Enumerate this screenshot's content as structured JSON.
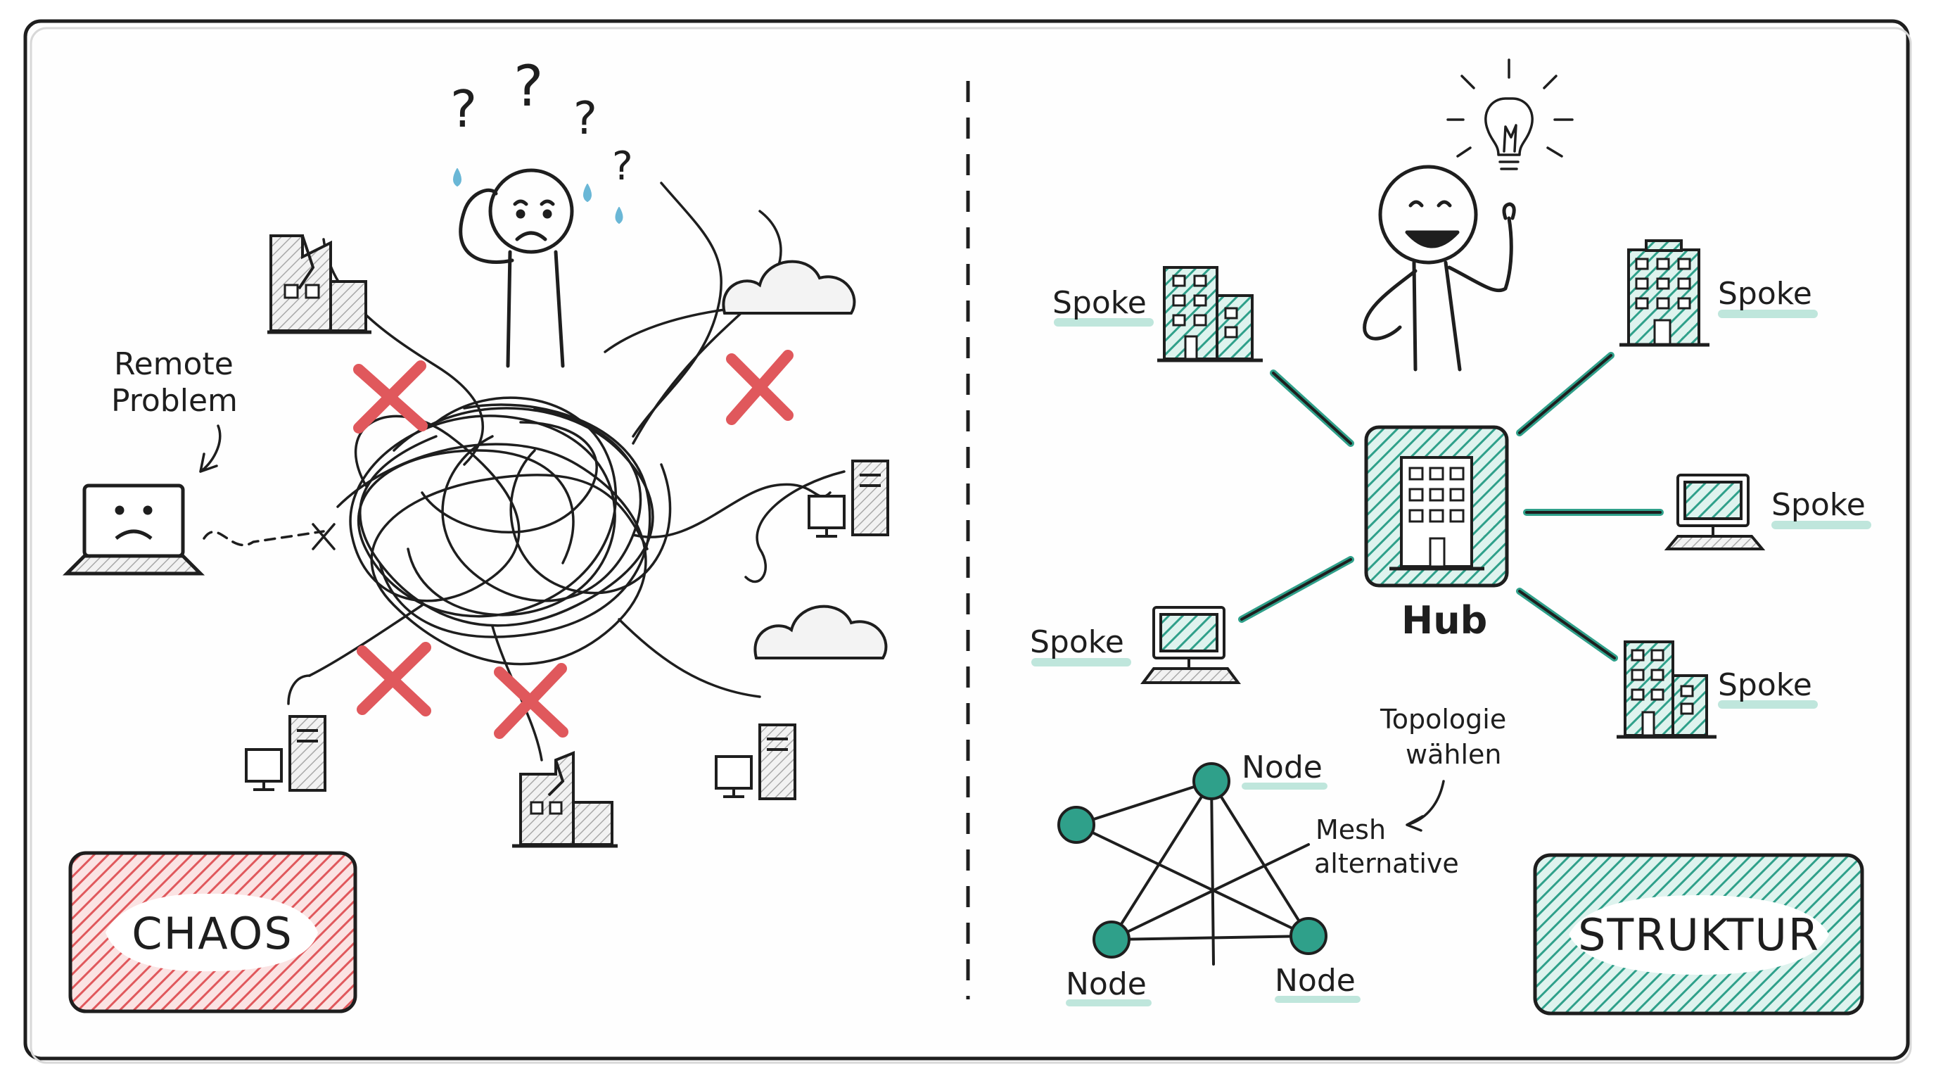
{
  "left_panel": {
    "annotation_remote_line1": "Remote",
    "annotation_remote_line2": "Problem",
    "badge": "CHAOS"
  },
  "right_panel": {
    "spoke_labels": [
      "Spoke",
      "Spoke",
      "Spoke",
      "Spoke",
      "Spoke"
    ],
    "hub_label": "Hub",
    "topology_note_line1": "Topologie",
    "topology_note_line2": "wählen",
    "mesh_note_line1": "Mesh",
    "mesh_note_line2": "alternative",
    "node_labels": [
      "Node",
      "Node",
      "Node"
    ],
    "badge": "STRUKTUR"
  },
  "colors": {
    "chaos_red": "#e0585c",
    "teal": "#2fa08a",
    "teal_light": "#bfe6dc",
    "ink": "#1e1e1e",
    "grey_building": "#9a9a9a"
  }
}
